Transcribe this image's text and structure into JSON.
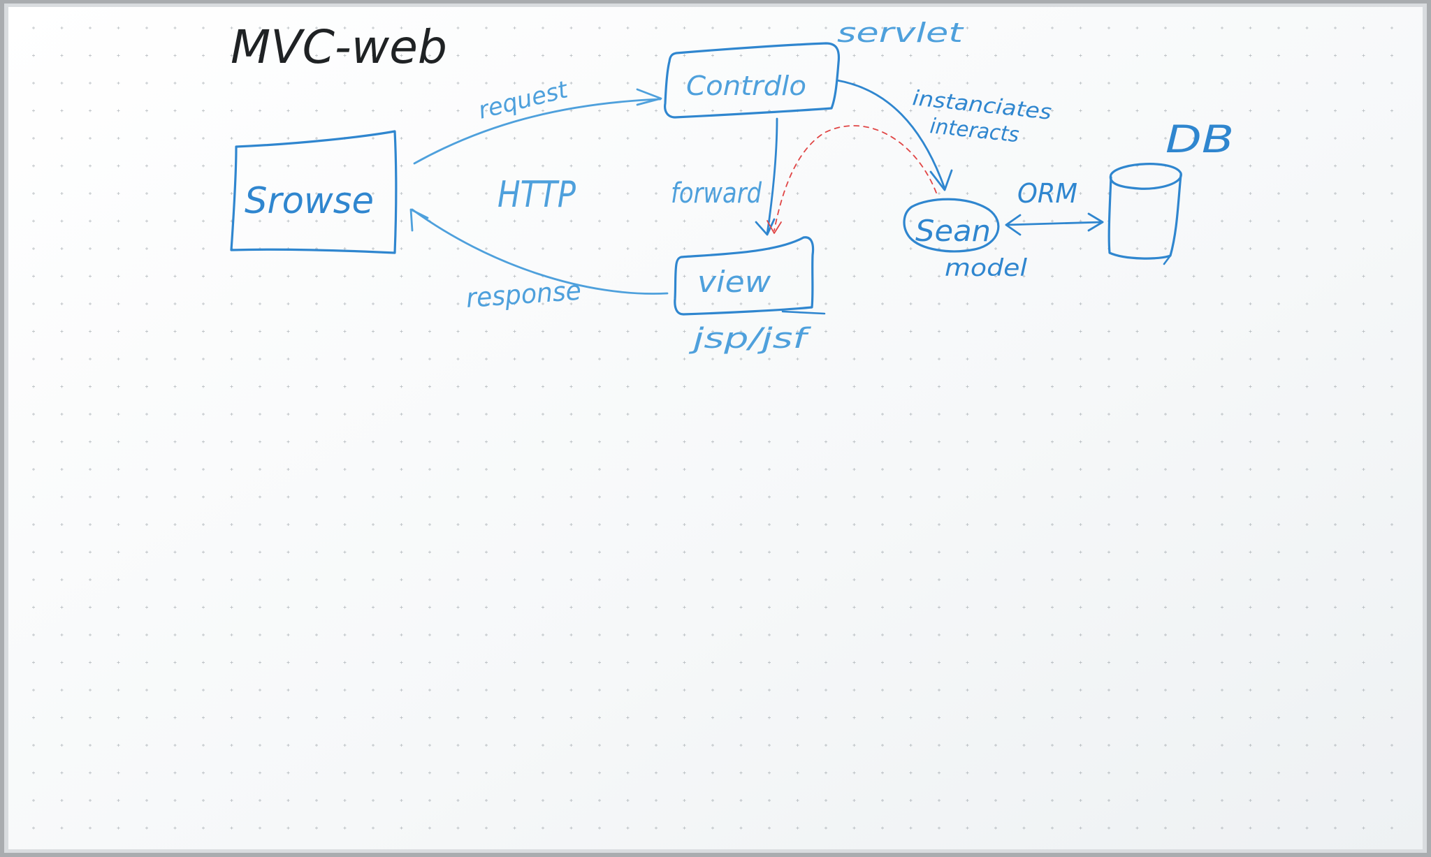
{
  "title": "MVC-web",
  "nodes": {
    "browser": "Srowse",
    "controller": "Contrdlo",
    "view": "view",
    "bean": "Sean",
    "db": "DB"
  },
  "labels": {
    "servlet": "servlet",
    "request": "request",
    "http": "HTTP",
    "forward": "forward",
    "instanciates": "instanciates",
    "interacts": "interacts",
    "orm": "ORM",
    "model": "model",
    "response": "response",
    "jsp": "jsp/jsf"
  },
  "colors": {
    "board": "#f7f9fa",
    "frame": "#a9acaf",
    "marker_blue": "#2f86cf",
    "marker_light": "#4ea0dc",
    "marker_black": "#1f2224",
    "marker_red": "#e04545",
    "grid_dot": "#8e969c"
  }
}
